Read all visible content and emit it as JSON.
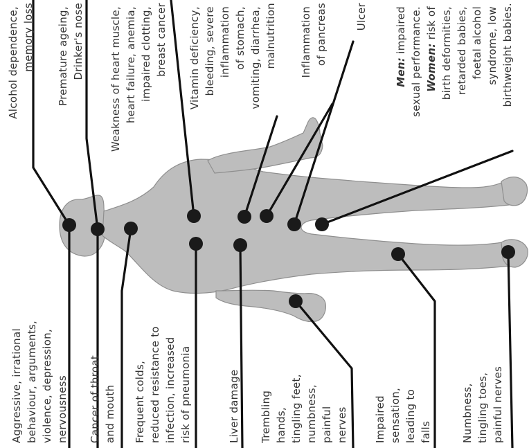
{
  "labels": {
    "aggressive": [
      "Aggressive, irrational",
      "behaviour, arguments,",
      "violence, depression,",
      "nervousness"
    ],
    "throat": [
      "Cancer of throat",
      "and mouth"
    ],
    "colds": [
      "Frequent colds,",
      "reduced resistance to",
      "infection, increased",
      "risk of pneumonia"
    ],
    "liver": [
      "Liver damage"
    ],
    "trembling": [
      "Trembling",
      "hands,",
      "tingling feet,",
      "numbness,",
      "painful",
      "nerves"
    ],
    "sensation": [
      "Impaired",
      "sensation,",
      "leading to",
      "falls"
    ],
    "numbness": [
      "Numbness,",
      "tingling toes,",
      "painful nerves"
    ],
    "alcohol": [
      "Alcohol dependence,",
      "memory loss"
    ],
    "ageing": [
      "Premature ageing,",
      "Drinker's nose"
    ],
    "heart": [
      "Weakness of heart muscle,",
      "heart failure, anemia,",
      "impaired clotting,",
      "breast cancer"
    ],
    "vitamin": [
      "Vitamin deficiency,",
      "bleeding, severe",
      "inflammation",
      "of stomach,",
      "vomiting, diarrhea,",
      "malnutrition"
    ],
    "pancreas": [
      "Inflammation",
      "of pancreas"
    ],
    "ulcer": [
      "Ulcer"
    ],
    "sexual": {
      "men_label": "Men:",
      "men_text": " impaired",
      "line2": "sexual performance.",
      "women_label": "Women:",
      "women_text": " risk of",
      "rest": [
        "birth deformities,",
        "retarded babies,",
        "foetal alcohol",
        "syndrome, low",
        "birthweight babies."
      ]
    }
  },
  "colors": {
    "body_fill": "#bdbdbd",
    "body_outline": "#8f8f8f",
    "leader_line": "#111111",
    "marker_dot": "#1a1a1a",
    "text": "#333333"
  }
}
